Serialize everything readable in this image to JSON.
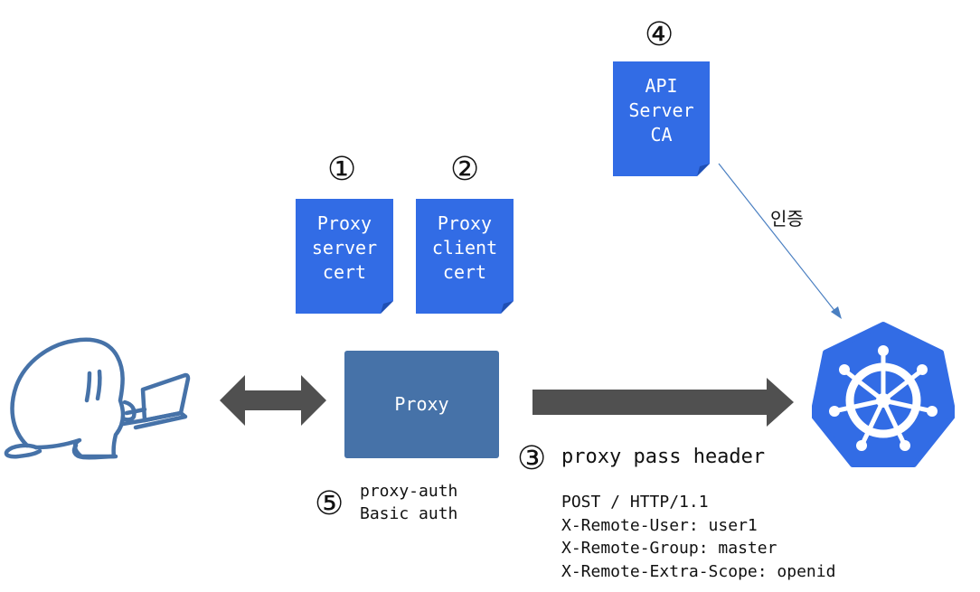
{
  "markers": {
    "m1": "①",
    "m2": "②",
    "m3": "③",
    "m4": "④",
    "m5": "⑤"
  },
  "docs": {
    "proxy_server_cert": "Proxy\nserver\ncert",
    "proxy_client_cert": "Proxy\nclient\ncert",
    "api_server_ca": "API\nServer\nCA"
  },
  "proxy": {
    "label": "Proxy"
  },
  "auth_edge_label": "인증",
  "proxy_auth": {
    "line1": "proxy-auth",
    "line2": "Basic auth"
  },
  "pass_header": {
    "title": "proxy pass header",
    "lines": [
      "POST / HTTP/1.1",
      "X-Remote-User: user1",
      "X-Remote-Group: master",
      "X-Remote-Extra-Scope: openid"
    ]
  },
  "colors": {
    "doc_blue": "#326ce5",
    "proxy_blue": "#4672a8",
    "arrow_gray": "#505050",
    "k8s_blue": "#326ce5",
    "sketch_blue": "#4672a8",
    "edge_line": "#4a7fc1"
  },
  "icons": {
    "kubernetes": "kubernetes-logo-icon",
    "user": "user-with-laptop-sketch"
  }
}
